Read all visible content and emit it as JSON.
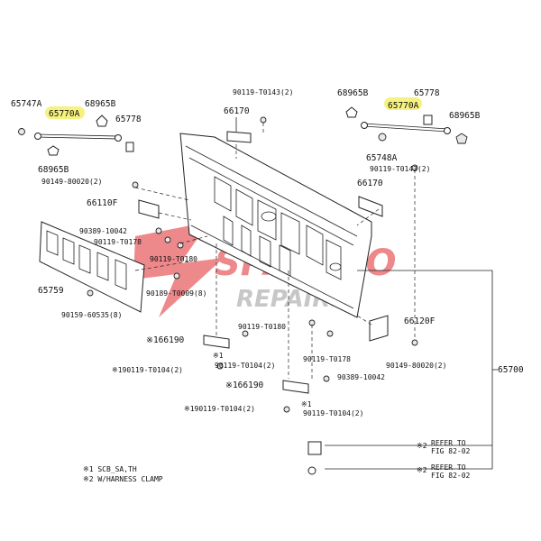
{
  "labels": {
    "p65747A": "65747A",
    "p65770A_left": "65770A",
    "p68965B_top_left": "68965B",
    "p65778_left": "65778",
    "p68965B_bottom_left": "68965B",
    "p90149_80020_left": "90149-80020(2)",
    "p66110F": "66110F",
    "p90389_10042_left": "90389-10042",
    "p90119_T0178_left": "90119-T0178",
    "p90119_T0180_left": "90119-T0180",
    "p65759": "65759",
    "p90189_T0009": "90189-T0009(8)",
    "p90159_60535": "90159-60535(8)",
    "p90119_T0143_top": "90119-T0143(2)",
    "p66170_top": "66170",
    "p68965B_top_right": "68965B",
    "p65778_right": "65778",
    "p65770A_right": "65770A",
    "p68965B_right": "68965B",
    "p65748A": "65748A",
    "p90119_T0143_right": "90119-T0143(2)",
    "p66170_right": "66170",
    "p66120F": "66120F",
    "p90119_T0180_center": "90119-T0180",
    "p166190_upper": "※166190",
    "p1_upper": "※1",
    "p90119_T0104_upper": "90119-T0104(2)",
    "p190119_T0104_left_upper": "※190119-T0104(2)",
    "p90119_T0178_center": "90119-T0178",
    "p90149_80020_right": "90149-80020(2)",
    "p90389_10042_center": "90389-10042",
    "p166190_lower": "※166190",
    "p1_lower": "※1",
    "p190119_T0104_left_lower": "※190119-T0104(2)",
    "p90119_T0104_lower": "90119-T0104(2)",
    "p65700": "65700",
    "refer1_a": "※2",
    "refer1_b": "REFER TO",
    "refer1_c": "FIG 82-02",
    "refer2_a": "※2",
    "refer2_b": "REFER TO",
    "refer2_c": "FIG 82-02"
  },
  "notes": {
    "note1": "※1 SCB_SA,TH",
    "note2": "※2 W/HARNESS CLAMP"
  },
  "watermark": {
    "brand": "SPATARO",
    "sub": "REPAIRS"
  },
  "colors": {
    "highlight": "#f4f06a",
    "watermark": "#e0282d",
    "watermark_gray": "#9a9a9a"
  }
}
